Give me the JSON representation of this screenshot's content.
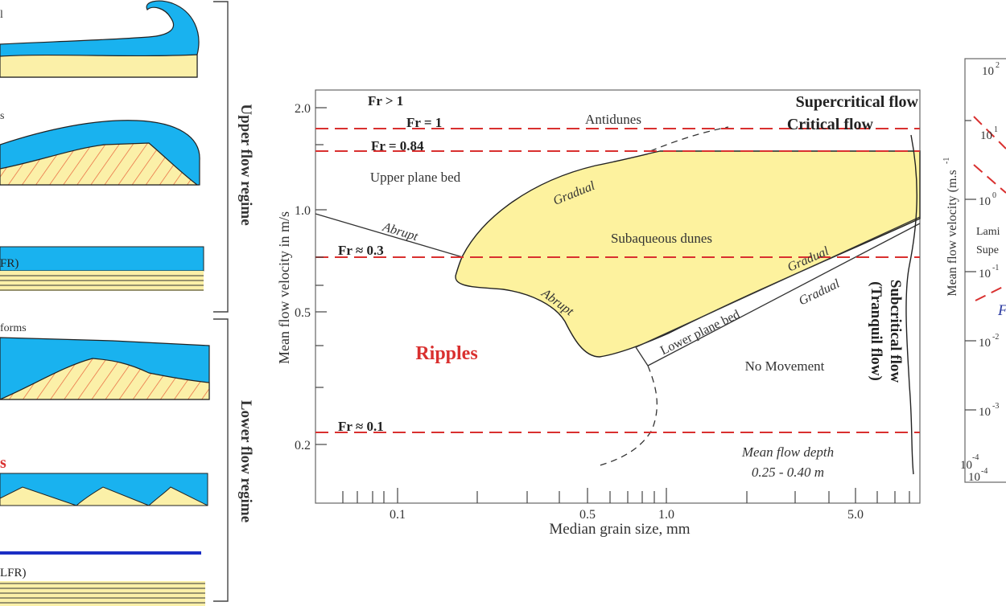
{
  "left_panel": {
    "upper_regime_label": "Upper flow regime",
    "lower_regime_label": "Lower flow regime",
    "cut_labels": {
      "a": "l",
      "b": "s",
      "c": "FR)",
      "d": "forms",
      "e": "s",
      "f": "LFR)"
    },
    "colors": {
      "water": "#19b2ef",
      "sand": "#fbf0a8",
      "hatch": "#e8623a",
      "ripple_label": "#d9302f",
      "blue_line": "#1b2ec4"
    }
  },
  "main_chart": {
    "xlabel": "Median grain size, mm",
    "ylabel": "Mean flow velocity in m/s",
    "x_tick_labels": [
      "0.1",
      "0.5",
      "1.0",
      "5.0"
    ],
    "y_tick_labels": [
      "2.0",
      "1.0",
      "0.5",
      "0.2"
    ],
    "froude_lines": [
      {
        "label": "Fr > 1",
        "bold": true
      },
      {
        "label": "Fr = 1",
        "bold": true
      },
      {
        "label": "Fr = 0.84",
        "bold": true
      },
      {
        "label": "Fr ≈ 0.3",
        "bold": true
      },
      {
        "label": "Fr ≈ 0.1",
        "bold": true
      }
    ],
    "regions": {
      "antidunes": "Antidunes",
      "upper_plane_bed": "Upper plane bed",
      "subaqueous_dunes": "Subaqueous dunes",
      "ripples": "Ripples",
      "lower_plane_bed": "Lower plane bed",
      "no_movement": "No Movement"
    },
    "boundary_labels": {
      "abrupt_1": "Abrupt",
      "abrupt_2": "Abrupt",
      "gradual_1": "Gradual",
      "gradual_2": "Gradual",
      "gradual_3": "Gradual"
    },
    "flow_states": {
      "supercritical": "Supercritical flow",
      "critical": "Critical flow",
      "subcritical_1": "Subcritical flow",
      "subcritical_2": "(Tranquil flow)"
    },
    "depth_note_1": "Mean flow depth",
    "depth_note_2": "0.25 - 0.40 m",
    "colors": {
      "dunes_fill": "#fdf29e",
      "froude_line": "#d9302f",
      "ripples_text": "#d9302f",
      "axis": "#333333"
    }
  },
  "right_chart": {
    "ylabel": "Mean flow velocity (m.s",
    "ylabel_sup": "-1",
    "y_tick_labels": [
      {
        "base": "10",
        "exp": "2"
      },
      {
        "base": "10",
        "exp": "1"
      },
      {
        "base": "10",
        "exp": "0"
      },
      {
        "base": "10",
        "exp": "-1"
      },
      {
        "base": "10",
        "exp": "-2"
      },
      {
        "base": "10",
        "exp": "-3"
      },
      {
        "base": "10",
        "exp": "-4"
      }
    ],
    "x_start_label": {
      "base": "10",
      "exp": "-4"
    },
    "cut_texts": [
      "Lami",
      "Supe",
      "F"
    ]
  }
}
